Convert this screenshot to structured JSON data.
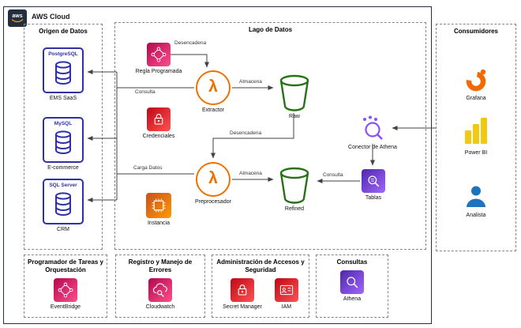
{
  "app": {
    "title": "AWS Cloud",
    "logo_text": "aws"
  },
  "colors": {
    "pink": "#E7157B",
    "red": "#DD344C",
    "orange": "#ED7100",
    "green": "#277116",
    "purple": "#8C4FFF",
    "db_blue": "#2D31A8",
    "grafana_orange": "#F46800",
    "powerbi_yellow": "#F2C811",
    "person_blue": "#1E73BE",
    "aws_dark": "#232F3E",
    "aws_smile": "#FF9900"
  },
  "icons": {
    "lambda_glyph": "λ"
  },
  "groups": {
    "origen": {
      "title": "Origen de Datos"
    },
    "lago": {
      "title": "Lago de Datos"
    },
    "consumidores": {
      "title": "Consumidores"
    },
    "programador": {
      "title": "Programador de Tareas y Orquestación"
    },
    "registro": {
      "title": "Registro y Manejo de Errores"
    },
    "admin": {
      "title": "Administración de Accesos y Seguridad"
    },
    "consultas": {
      "title": "Consultas"
    }
  },
  "nodes": {
    "postgresql": {
      "name": "PostgreSQL",
      "label": "EMS SaaS"
    },
    "mysql": {
      "name": "MySQL",
      "label": "E-commerce"
    },
    "sqlserver": {
      "name": "SQL Server",
      "label": "CRM"
    },
    "regla": {
      "label": "Regla Programada"
    },
    "extractor": {
      "label": "Extractor"
    },
    "raw": {
      "label": "Raw"
    },
    "credenciales": {
      "label": "Credenciales"
    },
    "preprocesador": {
      "label": "Preprocesador"
    },
    "refined": {
      "label": "Refined"
    },
    "instancia": {
      "label": "Instancia"
    },
    "conector": {
      "label": "Conector de Athena"
    },
    "tablas": {
      "label": "Tablas"
    },
    "grafana": {
      "label": "Grafana"
    },
    "powerbi": {
      "label": "Power BI"
    },
    "analista": {
      "label": "Analista"
    },
    "eventbridge": {
      "label": "EventBridge"
    },
    "cloudwatch": {
      "label": "Cloudwatch"
    },
    "secretmanager": {
      "label": "Secret Manager"
    },
    "iam": {
      "label": "IAM"
    },
    "athena": {
      "label": "Athena"
    }
  },
  "edges": {
    "regla_extractor": {
      "label": "Desencadena"
    },
    "extractor_origen": {
      "label": "Consulta"
    },
    "extractor_raw": {
      "label": "Almacena"
    },
    "raw_preprocesador": {
      "label": "Desencadena"
    },
    "origen_preprocesador": {
      "label": "Carga Datos"
    },
    "preprocesador_refined": {
      "label": "Almacena"
    },
    "tablas_refined": {
      "label": "Consulta"
    }
  }
}
